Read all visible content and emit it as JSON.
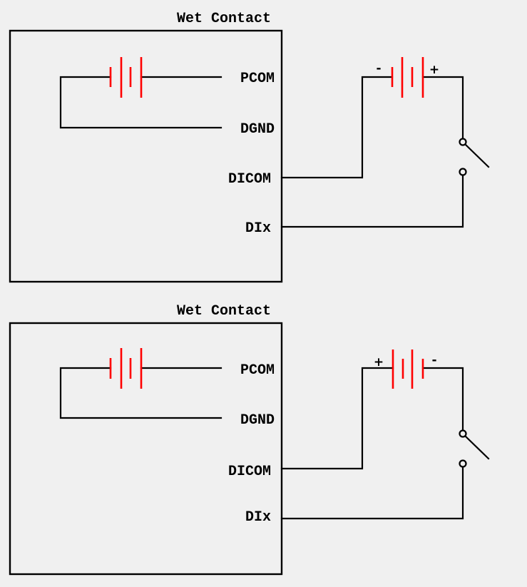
{
  "diagrams": [
    {
      "title": "Wet Contact",
      "terminals": [
        "PCOM",
        "DGND",
        "DICOM",
        "DIx"
      ],
      "internal_battery": {
        "color": "#ff0000"
      },
      "external_battery": {
        "color": "#ff0000",
        "left_polarity": "-",
        "right_polarity": "+"
      },
      "switch": {
        "state": "open"
      }
    },
    {
      "title": "Wet Contact",
      "terminals": [
        "PCOM",
        "DGND",
        "DICOM",
        "DIx"
      ],
      "internal_battery": {
        "color": "#ff0000"
      },
      "external_battery": {
        "color": "#ff0000",
        "left_polarity": "+",
        "right_polarity": "-"
      },
      "switch": {
        "state": "open"
      }
    }
  ]
}
